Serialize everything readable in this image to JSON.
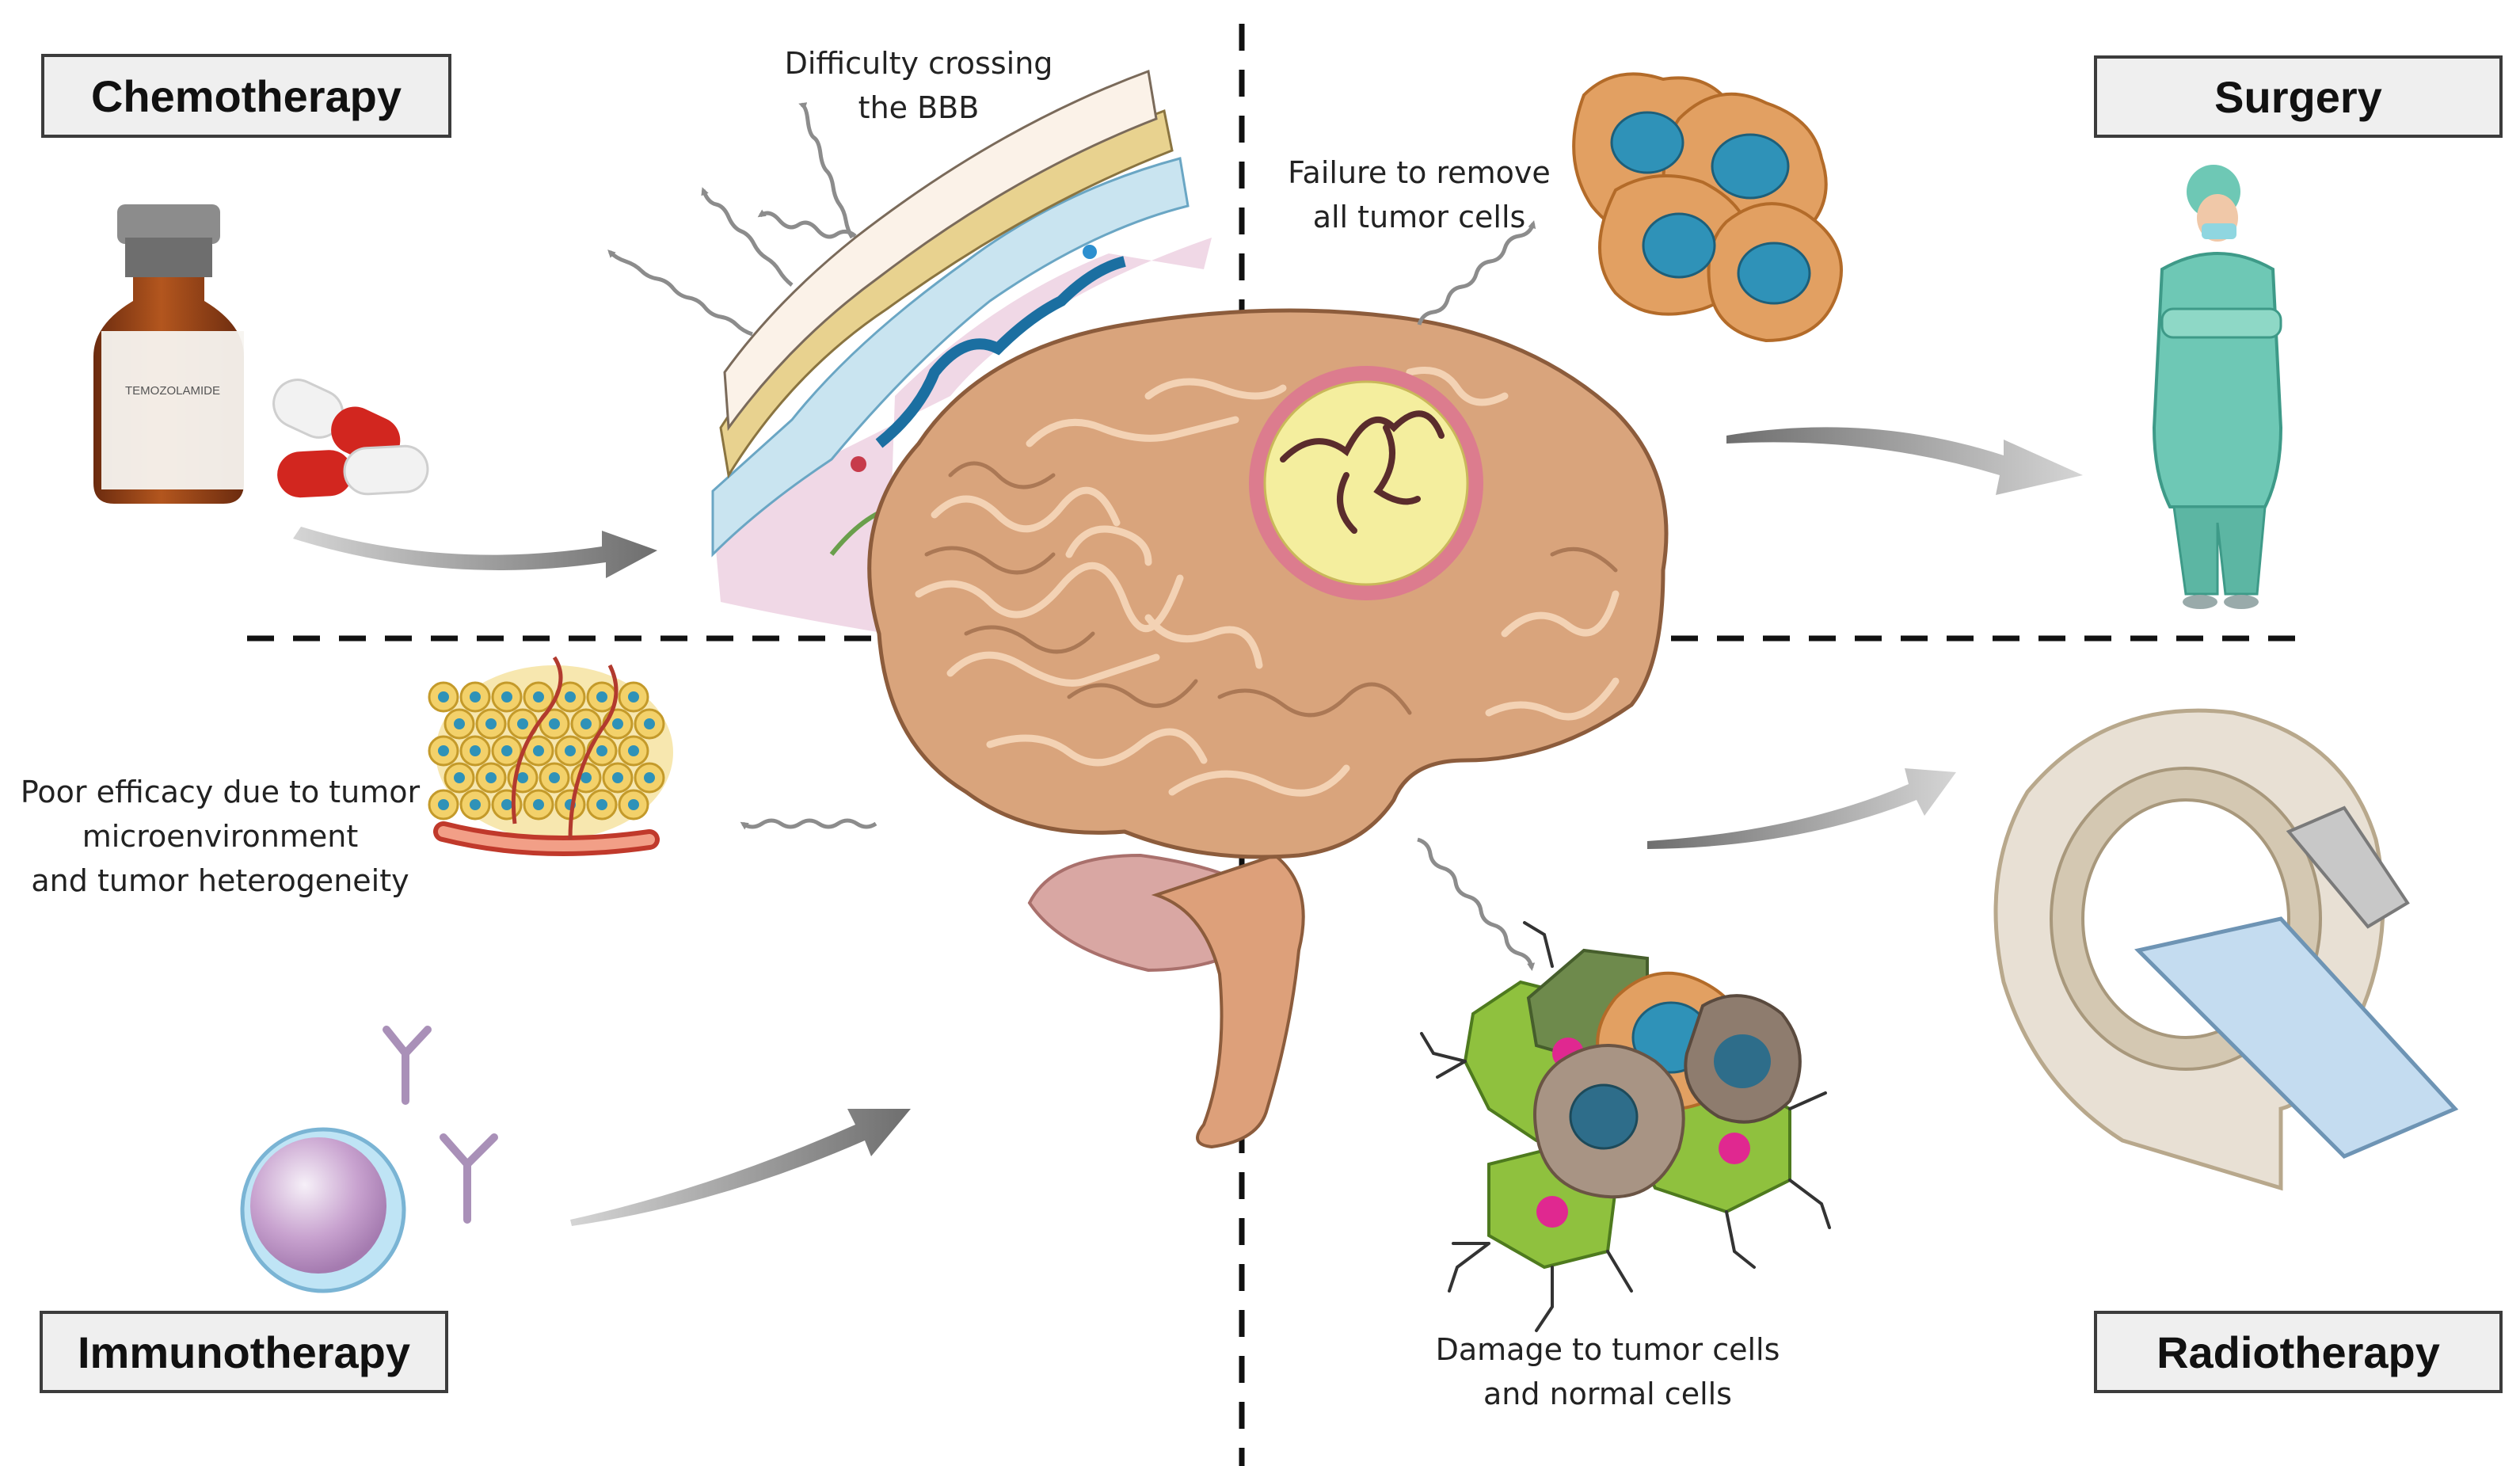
{
  "therapies": {
    "chemotherapy": "Chemotherapy",
    "surgery": "Surgery",
    "immunotherapy": "Immunotherapy",
    "radiotherapy": "Radiotherapy"
  },
  "captions": {
    "bbb": [
      "Difficulty crossing",
      "the BBB"
    ],
    "surgery": [
      "Failure to remove",
      "all tumor cells"
    ],
    "immuno": [
      "Poor efficacy due to tumor",
      "microenvironment",
      "and tumor heterogeneity"
    ],
    "radio": [
      "Damage to tumor cells",
      "and normal cells"
    ]
  },
  "drug_label": "TEMOZOLAMIDE",
  "colors": {
    "brain": "#d9a47c",
    "brain_fold": "#f3d2b4",
    "tumor_core": "#f4ee9e",
    "tumor_ring": "#dc7c8e",
    "tumor_cell": "#e2a062",
    "nucleus": "#2f92b8",
    "scrubs": "#6ec8b5",
    "arrow_gray": "#7c7c7c",
    "vial": "#8e3f18",
    "capsule_red": "#d2261f"
  },
  "icons": [
    "brain",
    "temozolomide-vial",
    "capsule-pill",
    "bbb-cross-section",
    "tumor-cell-cluster",
    "surgeon",
    "tumor-microenvironment",
    "blood-vessel",
    "immune-cell",
    "antibody",
    "mri-scanner",
    "damaged-cells"
  ]
}
